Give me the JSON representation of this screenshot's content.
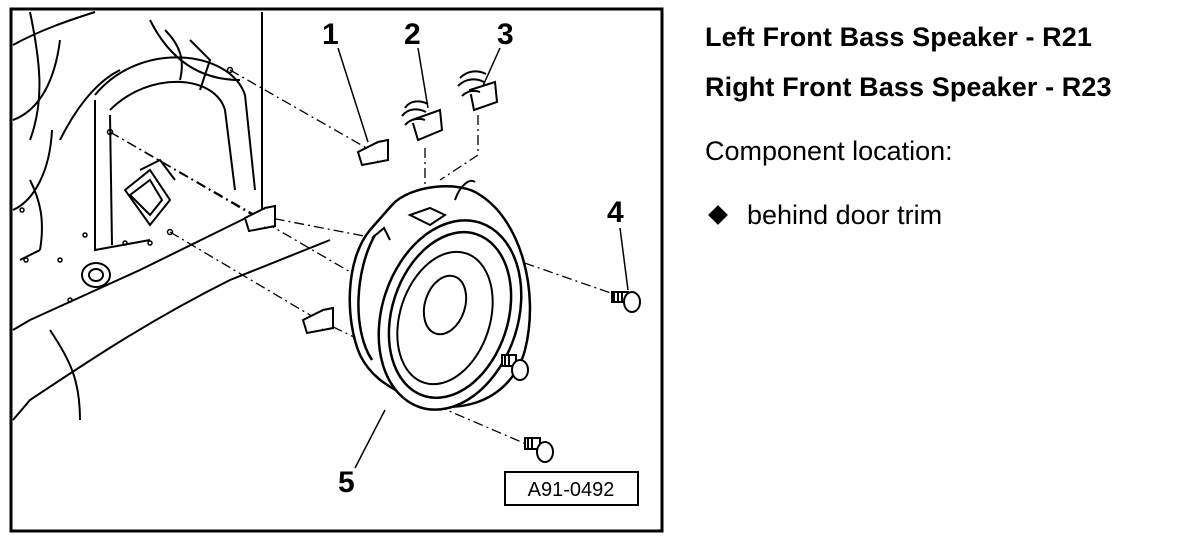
{
  "diagram": {
    "callouts": [
      "1",
      "2",
      "3",
      "4",
      "5"
    ],
    "figure_id": "A91-0492"
  },
  "panel": {
    "title_left": "Left Front Bass Speaker - R21",
    "title_right": "Right Front Bass Speaker - R23",
    "location_label": "Component location:",
    "bullets": [
      "behind door trim"
    ]
  },
  "colors": {
    "ink": "#000000",
    "background": "#ffffff"
  }
}
